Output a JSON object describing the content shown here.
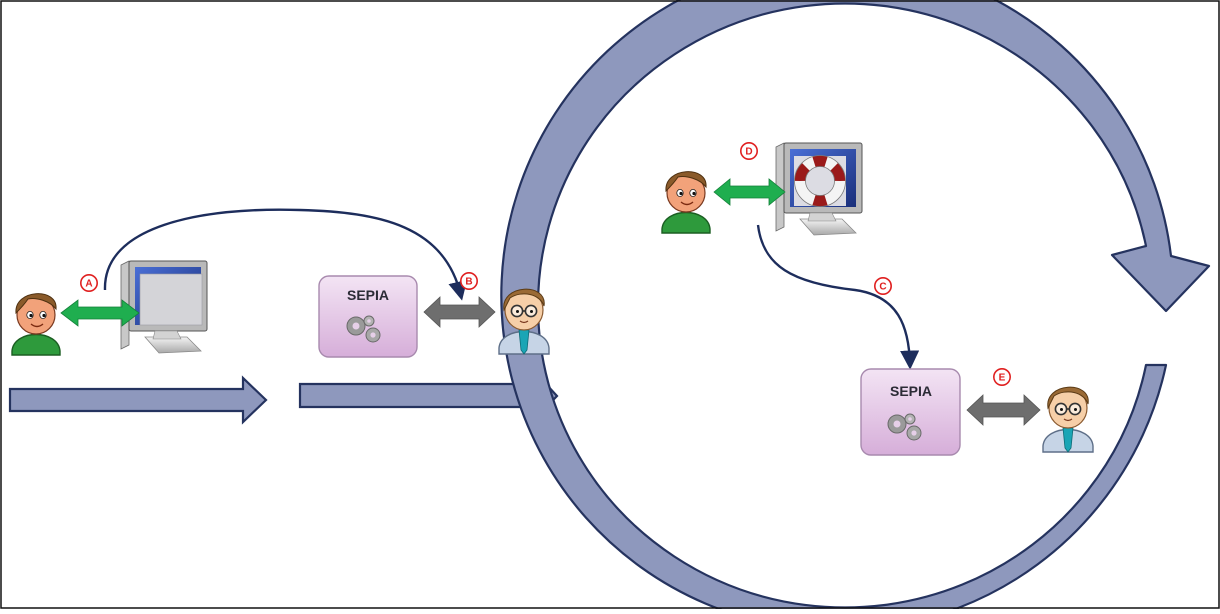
{
  "diagram": {
    "markers": {
      "a": "A",
      "b": "B",
      "c": "C",
      "d": "D",
      "e": "E"
    },
    "process_boxes": {
      "left": "SEPIA",
      "right": "SEPIA"
    },
    "icons": {
      "user": "user-icon",
      "operator": "operator-icon",
      "computer": "computer-icon",
      "lifebuoy": "lifebuoy-icon",
      "gears": "gears-icon"
    },
    "colors": {
      "flow_arrow_fill": "#8e98bd",
      "flow_arrow_stroke": "#25335f",
      "interaction_arrow": "#1fae4f",
      "exchange_arrow": "#6e6e6e",
      "connector": "#1d2d5c",
      "marker": "#e02020",
      "process_box": "#e4c6e6"
    }
  }
}
